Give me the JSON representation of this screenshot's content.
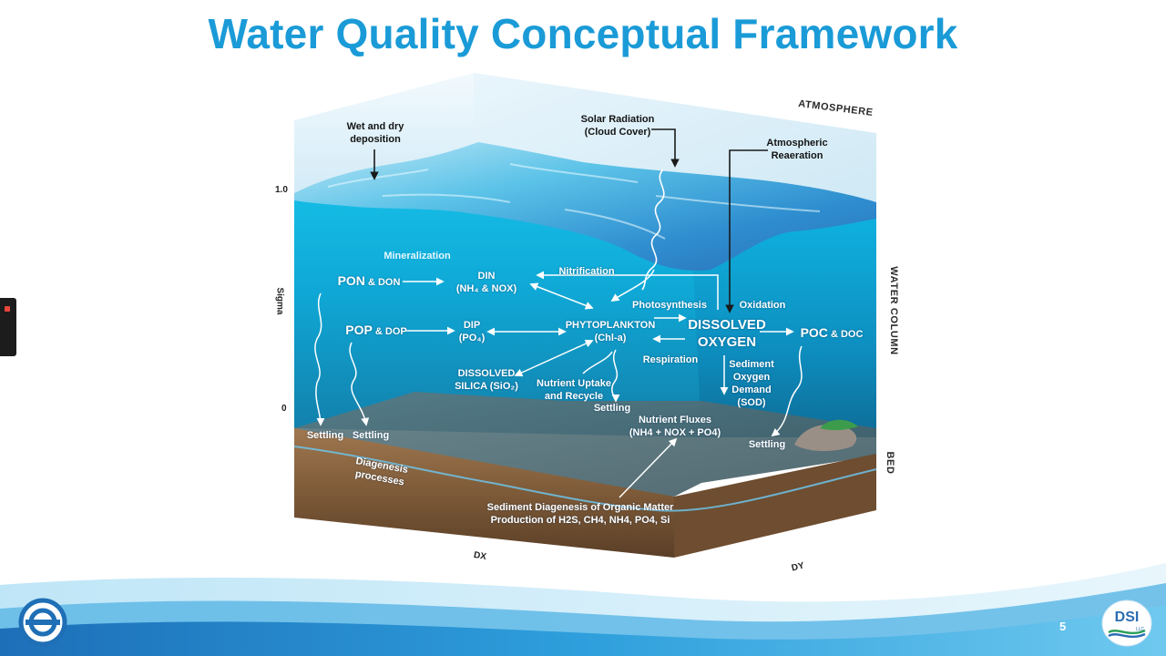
{
  "slide": {
    "title": "Water Quality Conceptual Framework",
    "page_number": "5",
    "logo_right_text": "DSI",
    "logo_right_sub": "LLC",
    "colors": {
      "title": "#1a9bd7",
      "water": "#18b4dc",
      "sediment": "#7a5a3a",
      "footer_wave": "#1f84c9"
    }
  },
  "diagram": {
    "side_labels": {
      "atmosphere": "ATMOSPHERE",
      "water_column": "WATER COLUMN",
      "bed": "BED"
    },
    "axis_labels": {
      "sigma": "Sigma",
      "sigma_top": "1.0",
      "sigma_bottom": "0",
      "dx": "DX",
      "dy": "DY"
    },
    "inputs": {
      "deposition": "Wet and dry\ndeposition",
      "solar": "Solar Radiation\n(Cloud Cover)",
      "reaeration": "Atmospheric\nReaeration"
    },
    "processes": {
      "mineralization": "Mineralization",
      "nitrification": "Nitrification",
      "photosynthesis": "Photosynthesis",
      "oxidation": "Oxidation",
      "respiration": "Respiration",
      "nutrient_uptake": "Nutrient Uptake\nand Recycle",
      "sod": "Sediment\nOxygen\nDemand\n(SOD)",
      "nutrient_fluxes": "Nutrient Fluxes\n(NH4 + NOX + PO4)",
      "diagenesis_processes": "Diagenesis processes",
      "sediment_diagenesis": "Sediment Diagenesis of Organic Matter\nProduction of H2S, CH4, NH4, PO4, Si"
    },
    "pools": {
      "pon_main": "PON",
      "pon_suffix": " & DON",
      "pop_main": "POP",
      "pop_suffix": " & DOP",
      "din": "DIN\n(NH₄ & NOX)",
      "dip": "DIP\n(PO₄)",
      "silica": "DISSOLVED\nSILICA (SiO₂)",
      "phytoplankton": "PHYTOPLANKTON\n(Chl-a)",
      "dissolved_oxygen": "DISSOLVED\nOXYGEN",
      "poc_main": "POC",
      "poc_suffix": " & DOC"
    },
    "settling": {
      "s1": "Settling",
      "s2": "Settling",
      "s3": "Settling",
      "s4": "Settling"
    }
  }
}
